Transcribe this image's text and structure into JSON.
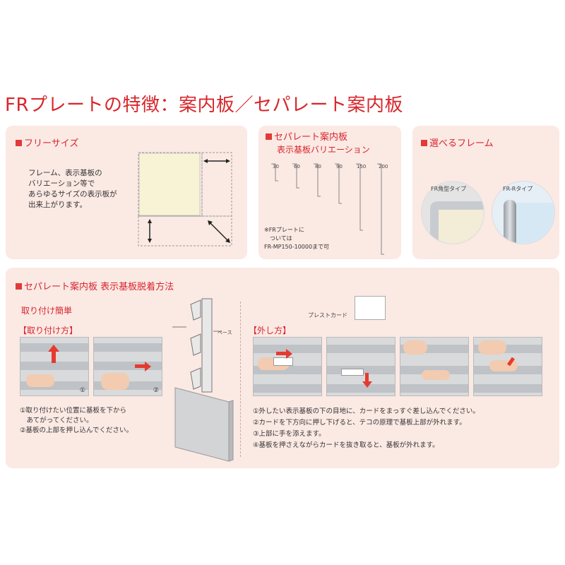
{
  "title": "FRプレートの特徴：案内板／セパレート案内板",
  "free_size": {
    "heading": "フリーサイズ",
    "desc": "フレーム、表示基板の\nバリエーション等で\nあらゆるサイズの表示板が\n出来上がります。"
  },
  "separate_variation": {
    "heading_line1": "セパレート案内板",
    "heading_line2": "表示基板バリエーション",
    "sizes": [
      "30",
      "60",
      "80",
      "90",
      "150",
      "200"
    ],
    "note": "※FRプレートに\n　ついては\nFR-MP150-10000まで可"
  },
  "frame_choice": {
    "heading": "選べるフレーム",
    "options": [
      "FR角型タイプ",
      "FR-Rタイプ"
    ]
  },
  "method": {
    "heading": "セパレート案内板 表示基板脱着方法",
    "easy_label": "取り付け簡単",
    "attach_label": "【取り付け方】",
    "remove_label": "【外し方】",
    "card_label": "プレストカード",
    "base_label": "ベース",
    "attach_steps": "①取り付けたい位置に基板を下から\n　あてがってください。\n②基板の上部を押し込んでください。",
    "remove_steps": "①外したい表示基板の下の目地に、カードをまっすぐ差し込んでください。\n②カードを下方向に押し下げると、テコの原理で基板上部が外れます。\n③上部に手を添えます。\n④基板を押さえながらカードを抜き取ると、基板が外れます。",
    "step_numbers": [
      "①",
      "②",
      "①",
      "②",
      "③",
      "④"
    ],
    "diagram_numbers": [
      "①",
      "②"
    ]
  },
  "colors": {
    "accent": "#d8262c",
    "panel": "#fbe9e4",
    "arrow": "#e53b2f"
  }
}
